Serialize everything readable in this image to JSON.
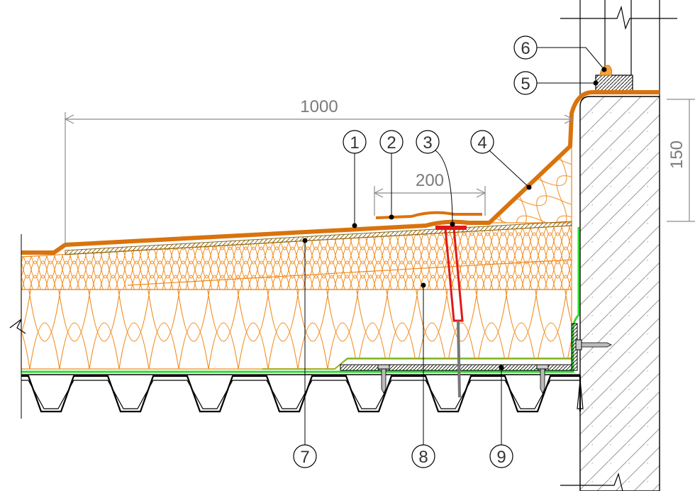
{
  "dimensions": {
    "overall_width": "1000",
    "upstand_width": "200",
    "upstand_height": "150"
  },
  "callouts": {
    "c1": "1",
    "c2": "2",
    "c3": "3",
    "c4": "4",
    "c5": "5",
    "c6": "6",
    "c7": "7",
    "c8": "8",
    "c9": "9"
  },
  "colors": {
    "membrane": "#d9730d",
    "insulation_line": "#f08a1c",
    "vapour_barrier": "#2fd92f",
    "fastener": "#e01818",
    "concrete_hatch": "#9a9a9a",
    "dimension": "#8c8c8c",
    "outline": "#000000"
  }
}
